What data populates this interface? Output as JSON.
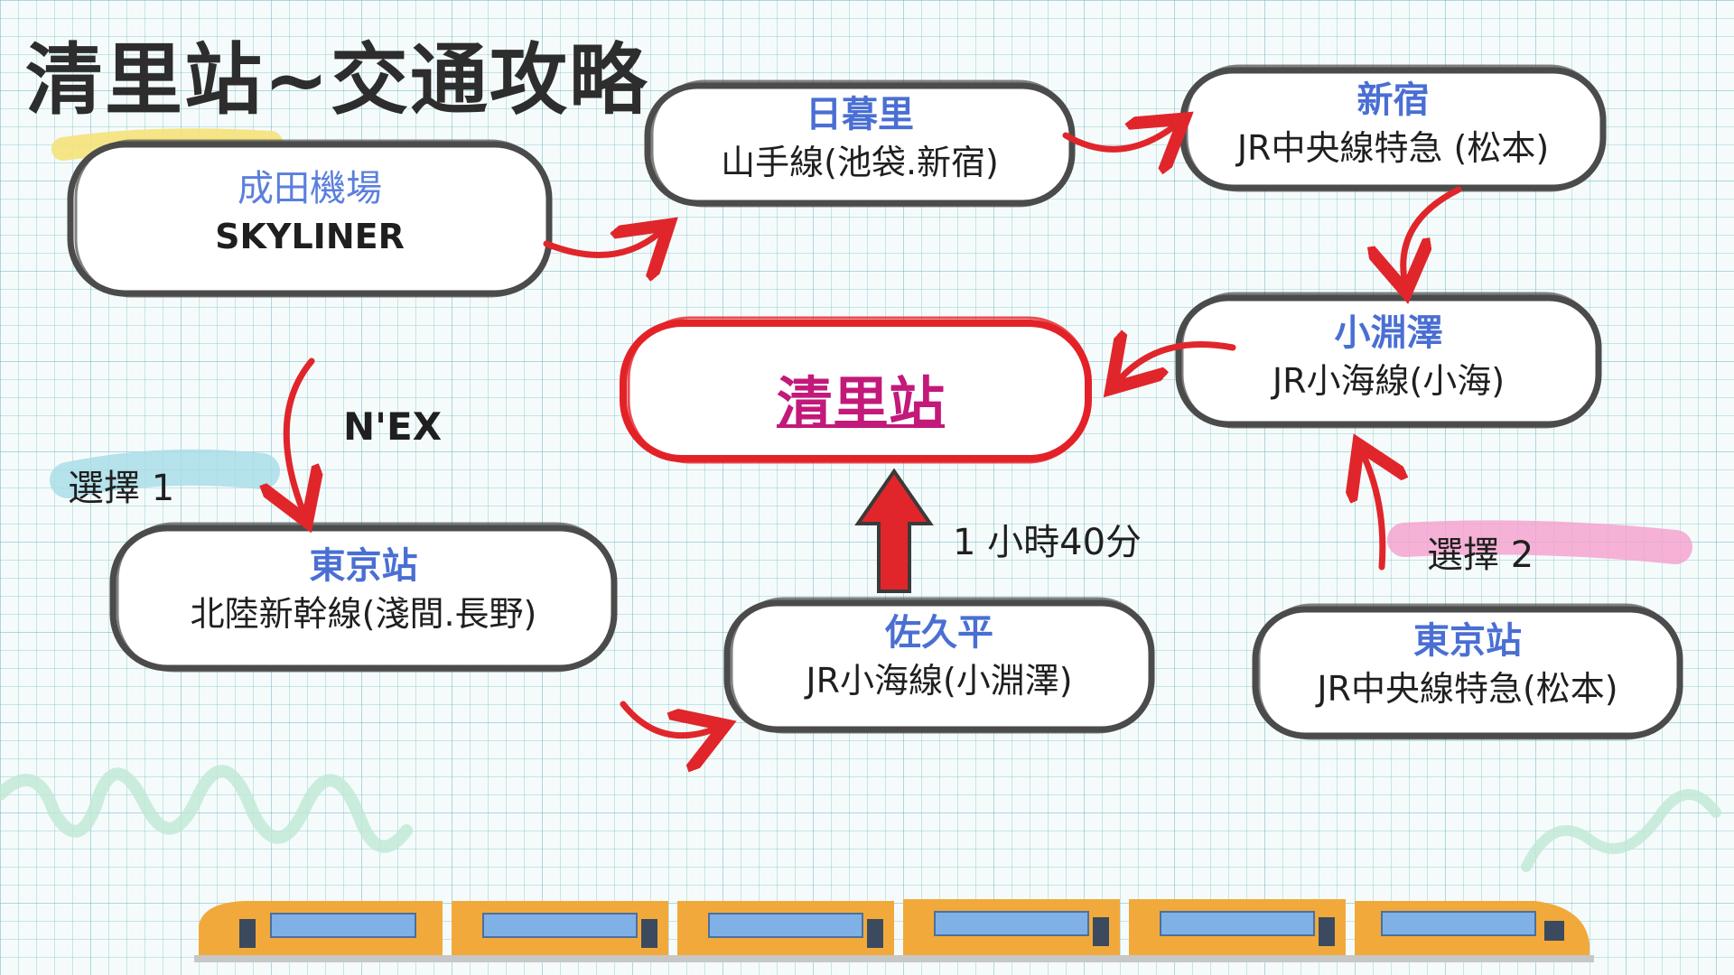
{
  "title": "清里站~交通攻略",
  "destination": "清里站",
  "boxes": {
    "narita": {
      "station": "成田機場",
      "line": "SKYLINER"
    },
    "nippori": {
      "station": "日暮里",
      "line": "山手線(池袋.新宿)"
    },
    "shinjuku": {
      "station": "新宿",
      "line": "JR中央線特急 (松本)"
    },
    "kobuchizawa": {
      "station": "小淵澤",
      "line": "JR小海線(小海)"
    },
    "tokyo1": {
      "station": "東京站",
      "line": "北陸新幹線(淺間.長野)"
    },
    "sakudaira": {
      "station": "佐久平",
      "line": "JR小海線(小淵澤)"
    },
    "tokyo2": {
      "station": "東京站",
      "line": "JR中央線特急(松本)"
    }
  },
  "labels": {
    "nex": "N'EX",
    "option1": "選擇 1",
    "option2": "選擇 2",
    "duration": "1 小時40分"
  },
  "colors": {
    "arrow": "#e0262b",
    "box_border": "#4b4b4b",
    "dest_border": "#e32228",
    "station_text": "#4a6fd3",
    "dest_text": "#c2197a",
    "highlight_yellow": "#f5e27a",
    "highlight_blue": "#a9dde8",
    "highlight_pink": "#f5a3cf",
    "train_body": "#f2a93b",
    "train_window": "#7fb1e6"
  },
  "icons": [
    "train-icon"
  ]
}
